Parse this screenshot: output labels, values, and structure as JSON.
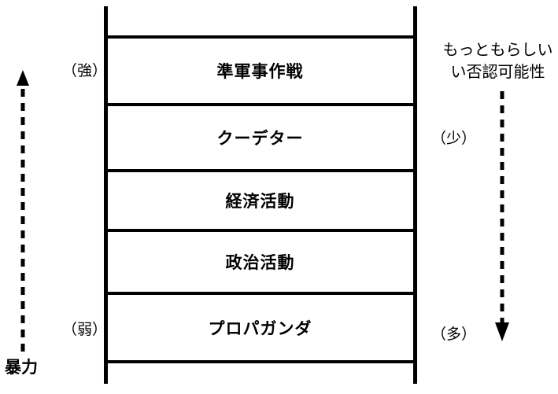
{
  "diagram": {
    "title_hidden": "",
    "ladder": {
      "rows": [
        {
          "label": "準軍事作戦"
        },
        {
          "label": "クーデター"
        },
        {
          "label": "経済活動"
        },
        {
          "label": "政治活動"
        },
        {
          "label": "プロパガンダ"
        }
      ]
    },
    "left_axis": {
      "caption": "暴力",
      "arrow_direction": "up",
      "top_tag": "（強）",
      "bottom_tag": "（弱）"
    },
    "right_axis": {
      "heading_line1": "もっともらしい",
      "heading_line2": "い否認可能性",
      "arrow_direction": "down",
      "top_tag": "（少）",
      "bottom_tag": "（多）"
    },
    "colors": {
      "ink": "#000000",
      "paper": "#ffffff"
    }
  }
}
